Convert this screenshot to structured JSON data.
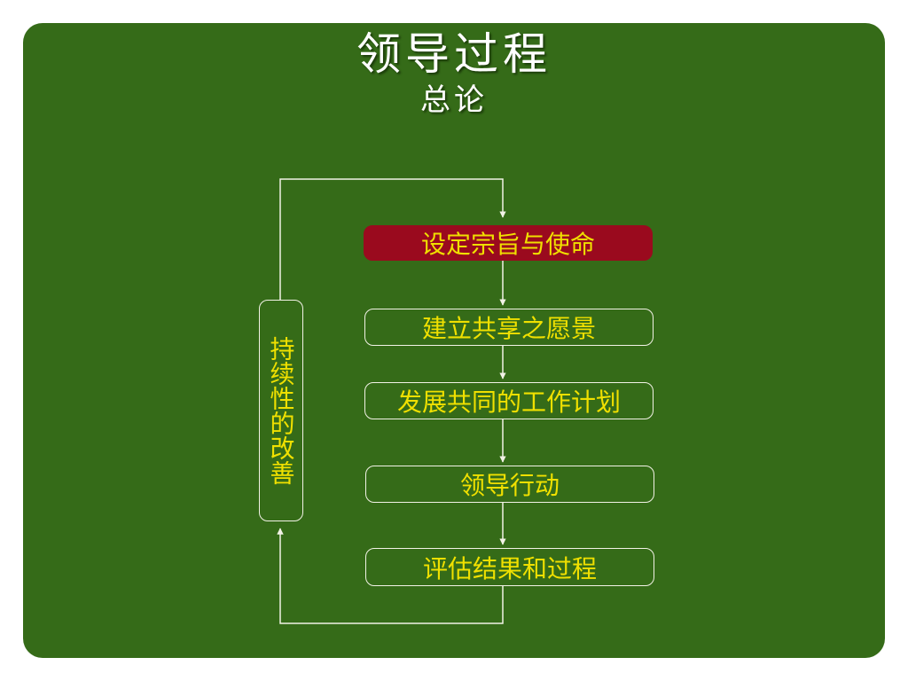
{
  "title": "领导过程",
  "subtitle": "总论",
  "steps": [
    {
      "label": "设定宗旨与使命",
      "active": true
    },
    {
      "label": "建立共享之愿景",
      "active": false
    },
    {
      "label": "发展共同的工作计划",
      "active": false
    },
    {
      "label": "领导行动",
      "active": false
    },
    {
      "label": "评估结果和过程",
      "active": false
    }
  ],
  "loop_label": "持续性的改善",
  "colors": {
    "background": "#356b18",
    "text": "#f0e000",
    "active_step": "#9a0a1e",
    "line": "#f2f2e6"
  }
}
